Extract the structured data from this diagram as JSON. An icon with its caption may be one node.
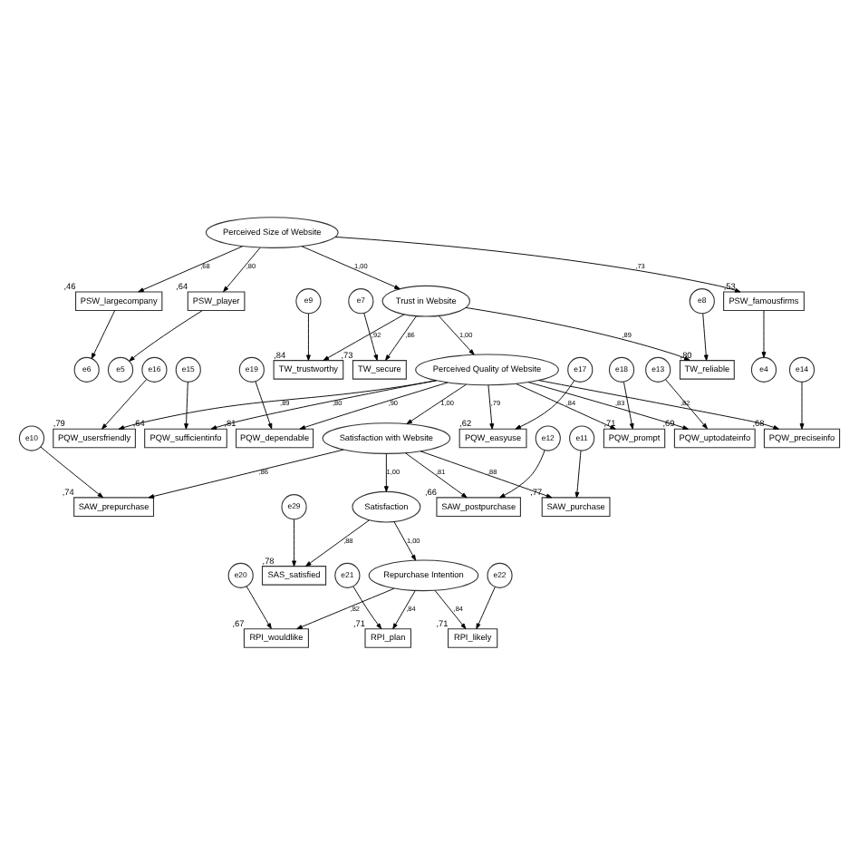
{
  "diagram": {
    "nodes": [
      {
        "text": [
          "e7"
        ]
      },
      {
        "text": [
          "e8"
        ]
      },
      {
        "text": [
          "e9"
        ]
      },
      {
        "text": [
          "e10"
        ]
      },
      {
        "text": [
          "e11"
        ]
      },
      {
        "text": [
          "e12"
        ]
      },
      {
        "text": [
          "TW_secure"
        ],
        "beside": [
          ",73"
        ]
      },
      {
        "text": [
          "TW_reliable"
        ],
        "beside": [
          ",80"
        ]
      },
      {
        "text": [
          "TW_trustworthy"
        ],
        "beside": [
          ",84"
        ]
      },
      {
        "text": [
          "SAW_prepurchase"
        ],
        "beside": [
          ",74"
        ]
      },
      {
        "text": [
          "SAW_purchase"
        ],
        "beside": [
          ",77"
        ]
      },
      {
        "text": [
          "SAW_postpurchase"
        ],
        "beside": [
          ",66"
        ]
      },
      {
        "text": [
          "e6"
        ]
      },
      {
        "text": [
          "PSW_largecompany"
        ],
        "beside": [
          ",46"
        ]
      },
      {
        "text": [
          "e5"
        ]
      },
      {
        "text": [
          "PSW_player"
        ],
        "beside": [
          ",64"
        ]
      },
      {
        "text": [
          "e4"
        ]
      },
      {
        "text": [
          "PSW_famousfirms"
        ],
        "beside": [
          ",53"
        ]
      },
      {
        "text": [
          "Perceived Size of Website"
        ]
      },
      {
        "text": [
          "Trust in Website"
        ]
      },
      {
        "text": [
          "Satisfaction with Website"
        ]
      },
      {
        "text": [
          "e20"
        ]
      },
      {
        "text": [
          "e21"
        ]
      },
      {
        "text": [
          "e22"
        ]
      },
      {
        "text": [
          "RPI_wouldlike"
        ],
        "beside": [
          ",67"
        ]
      },
      {
        "text": [
          "RPI_plan"
        ],
        "beside": [
          ",71"
        ]
      },
      {
        "text": [
          "RPI_likely"
        ],
        "beside": [
          ",71"
        ]
      },
      {
        "text": [
          "Satisfaction"
        ]
      },
      {
        "text": [
          "Repurchase Intention"
        ]
      },
      {
        "text": [
          "SAS_satisfied"
        ],
        "beside": [
          ",78"
        ]
      },
      {
        "text": [
          "e29"
        ]
      },
      {
        "text": [
          "Perceived Quality of Website"
        ]
      },
      {
        "text": [
          "PQW_dependable"
        ],
        "beside": [
          ",81"
        ]
      },
      {
        "text": [
          "PQW_prompt"
        ],
        "beside": [
          ",71"
        ]
      },
      {
        "text": [
          "PQW_easyuse"
        ],
        "beside": [
          ",62"
        ]
      },
      {
        "text": [
          "PQW_usersfriendly"
        ],
        "beside": [
          ",79"
        ]
      },
      {
        "text": [
          "PQW_sufficientinfo"
        ],
        "beside": [
          ",64"
        ]
      },
      {
        "text": [
          "PQW_preciseinfo"
        ],
        "beside": [
          ",68"
        ]
      },
      {
        "text": [
          "PQW_uptodateinfo"
        ],
        "beside": [
          ",69"
        ]
      },
      {
        "text": [
          "e19"
        ]
      },
      {
        "text": [
          "e18"
        ]
      },
      {
        "text": [
          "e17"
        ]
      },
      {
        "text": [
          "e16"
        ]
      },
      {
        "text": [
          "e15"
        ]
      },
      {
        "text": [
          "e14"
        ]
      },
      {
        "text": [
          "e13"
        ]
      }
    ],
    "edges": [
      {
        "from": 0,
        "to": 6,
        "arrow": "to"
      },
      {
        "from": 1,
        "to": 7,
        "arrow": "to"
      },
      {
        "from": 2,
        "to": 8,
        "arrow": "to"
      },
      {
        "from": 3,
        "to": 9,
        "arrow": "to"
      },
      {
        "from": 4,
        "to": 10,
        "arrow": "to"
      },
      {
        "from": 5,
        "to": 11,
        "arrow": "to"
      },
      {
        "from": 19,
        "to": 6,
        "arrow": "to",
        "label": ",86"
      },
      {
        "from": 19,
        "to": 7,
        "arrow": "to",
        "label": ",89"
      },
      {
        "from": 19,
        "to": 8,
        "arrow": "to",
        "label": ",92"
      },
      {
        "from": 20,
        "to": 9,
        "arrow": "to",
        "label": ",86"
      },
      {
        "from": 20,
        "to": 10,
        "arrow": "to",
        "label": ",88"
      },
      {
        "from": 20,
        "to": 11,
        "arrow": "to",
        "label": ",81"
      },
      {
        "from": 13,
        "to": 12,
        "arrow": "to"
      },
      {
        "from": 15,
        "to": 14,
        "arrow": "to"
      },
      {
        "from": 17,
        "to": 16,
        "arrow": "to"
      },
      {
        "from": 18,
        "to": 13,
        "arrow": "to",
        "label": ",68"
      },
      {
        "from": 18,
        "to": 15,
        "arrow": "to",
        "label": ",80"
      },
      {
        "from": 18,
        "to": 17,
        "arrow": "to",
        "label": ",73"
      },
      {
        "from": 18,
        "to": 19,
        "arrow": "to",
        "label": "1,00"
      },
      {
        "from": 19,
        "to": 31,
        "arrow": "to",
        "label": "1,00"
      },
      {
        "from": 31,
        "to": 20,
        "arrow": "to",
        "label": "1,00"
      },
      {
        "from": 20,
        "to": 27,
        "arrow": "to",
        "label": "1,00"
      },
      {
        "from": 21,
        "to": 24,
        "arrow": "to"
      },
      {
        "from": 22,
        "to": 25,
        "arrow": "to"
      },
      {
        "from": 23,
        "to": 26,
        "arrow": "to"
      },
      {
        "from": 28,
        "to": 24,
        "arrow": "to",
        "label": ",82"
      },
      {
        "from": 28,
        "to": 25,
        "arrow": "to",
        "label": ",84"
      },
      {
        "from": 28,
        "to": 26,
        "arrow": "to",
        "label": ",84"
      },
      {
        "from": 27,
        "to": 28,
        "arrow": "to",
        "label": "1,00"
      },
      {
        "from": 27,
        "to": 29,
        "arrow": "to",
        "label": ",88"
      },
      {
        "from": 30,
        "to": 29,
        "arrow": "to"
      },
      {
        "from": 31,
        "to": 32,
        "arrow": "to",
        "label": ",90"
      },
      {
        "from": 31,
        "to": 33,
        "arrow": "to",
        "label": ",84"
      },
      {
        "from": 31,
        "to": 34,
        "arrow": "to",
        "label": ",79"
      },
      {
        "from": 31,
        "to": 35,
        "arrow": "to",
        "label": ",89"
      },
      {
        "from": 31,
        "to": 36,
        "arrow": "to",
        "label": ",80"
      },
      {
        "from": 31,
        "to": 37,
        "arrow": "to",
        "label": ",82"
      },
      {
        "from": 31,
        "to": 38,
        "arrow": "to",
        "label": ",83"
      },
      {
        "from": 39,
        "to": 32,
        "arrow": "to"
      },
      {
        "from": 40,
        "to": 33,
        "arrow": "to"
      },
      {
        "from": 41,
        "to": 34,
        "arrow": "to"
      },
      {
        "from": 42,
        "to": 35,
        "arrow": "to"
      },
      {
        "from": 43,
        "to": 36,
        "arrow": "to"
      },
      {
        "from": 44,
        "to": 37,
        "arrow": "to"
      },
      {
        "from": 45,
        "to": 38,
        "arrow": "to"
      }
    ]
  }
}
